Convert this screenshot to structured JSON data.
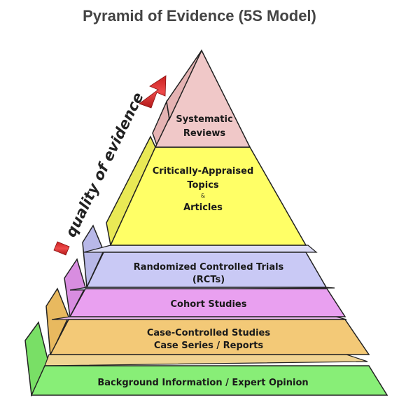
{
  "title": "Pyramid of Evidence (5S Model)",
  "arrow_label": "quality of evidence",
  "levels": {
    "systematic": {
      "line1": "Systematic",
      "line2": "Reviews",
      "color": "#f0c8c8"
    },
    "critical": {
      "line1": "Critically-Appraised",
      "line2": "Topics",
      "amp": "&",
      "line3": "Articles",
      "color": "#ffff66"
    },
    "rct": {
      "line1": "Randomized Controlled Trials",
      "line2": "(RCTs)",
      "color": "#c9c9f5"
    },
    "cohort": {
      "line1": "Cohort Studies",
      "color": "#e9a0f0"
    },
    "case": {
      "line1": "Case-Controlled Studies",
      "line2": "Case Series / Reports",
      "color": "#f3c977"
    },
    "background": {
      "line1": "Background Information / Expert Opinion",
      "color": "#88ee77"
    }
  },
  "arrow_color": "#e03030"
}
